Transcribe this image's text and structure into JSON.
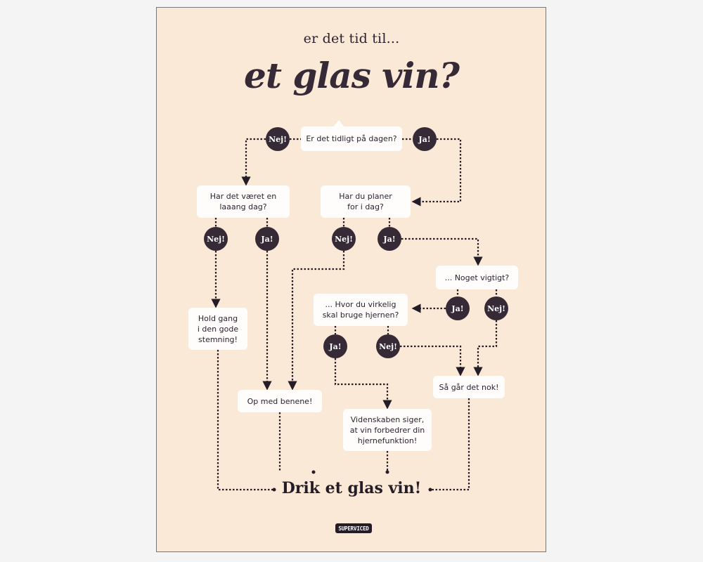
{
  "poster": {
    "subtitle": "er det tid til...",
    "title": "et glas vin?",
    "final": "Drik et glas vin!",
    "logo": "SUPERVICED",
    "colors": {
      "background": "#fbe9d7",
      "dark": "#352a36",
      "box": "#fffdfb",
      "page": "#f4f4f4"
    }
  },
  "nodes": {
    "q_early": "Er det tidligt på dagen?",
    "q_long_day": "Har det været en laaang dag?",
    "q_plans": "Har du planer for i dag?",
    "q_important": "... Noget vigtigt?",
    "q_brain": "... Hvor du virkelig skal bruge hjernen?",
    "a_good_mood": "Hold gang i den gode stemning!",
    "a_feet_up": "Op med benene!",
    "a_fine": "Så går det nok!",
    "a_science": "Videnskaben siger, at vin forbedrer din hjernefunktion!"
  },
  "answers": {
    "no": "Nej!",
    "yes": "Ja!"
  }
}
